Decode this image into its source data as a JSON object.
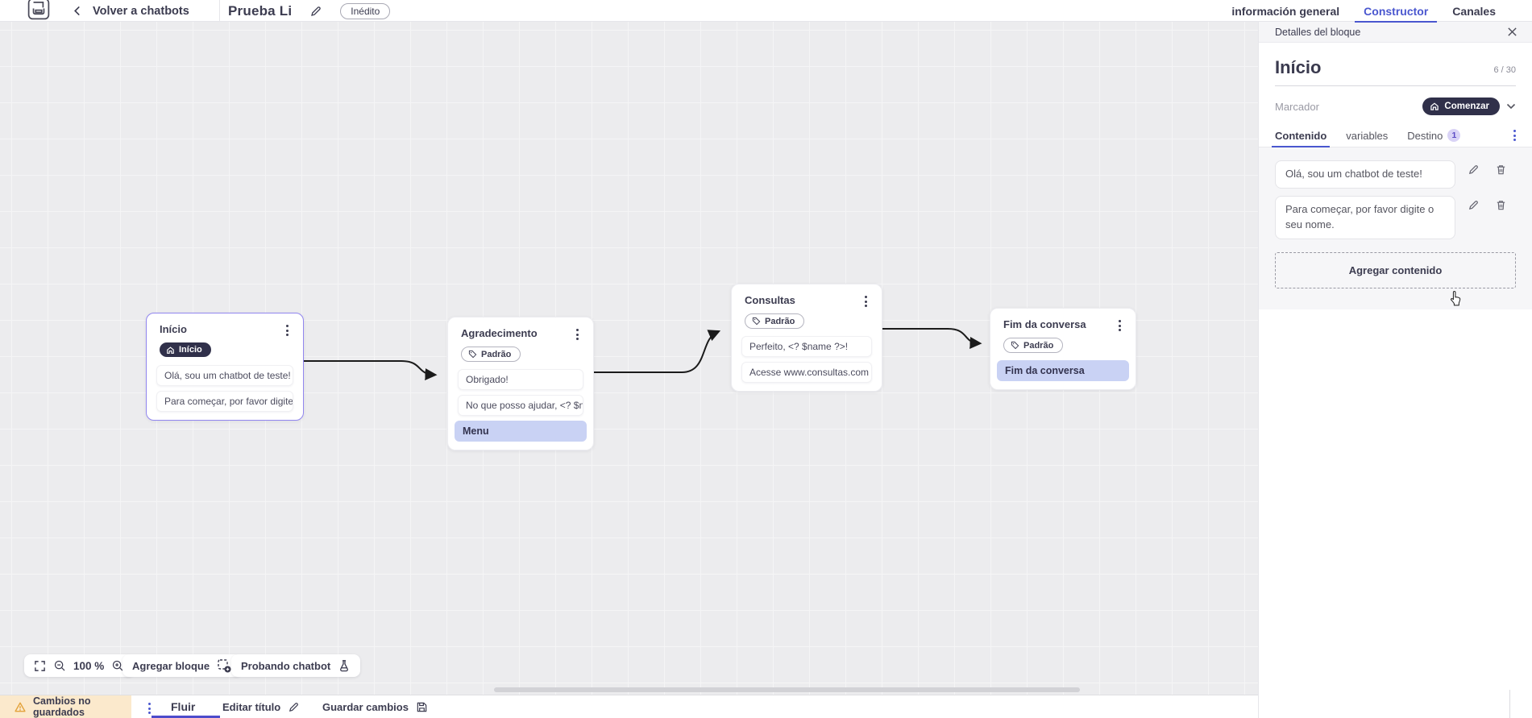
{
  "app": {
    "back": "Volver a chatbots",
    "title": "Prueba Li",
    "status_badge": "Inédito",
    "nav_tabs": [
      {
        "label": "información general",
        "active": false
      },
      {
        "label": "Constructor",
        "active": true
      },
      {
        "label": "Canales",
        "active": false
      }
    ]
  },
  "canvas": {
    "zoom": "100 %",
    "add_block": "Agregar bloque",
    "test_chatbot": "Probando chatbot",
    "nodes": [
      {
        "title": "Início",
        "tag": "Início",
        "tag_style": "start",
        "selected": true,
        "items": [
          {
            "text": "Olá, sou um chatbot de teste!",
            "highlight": false
          },
          {
            "text": "Para começar, por favor digite o ...",
            "highlight": false
          }
        ]
      },
      {
        "title": "Agradecimento",
        "tag": "Padrão",
        "tag_style": "default",
        "selected": false,
        "items": [
          {
            "text": "Obrigado!",
            "highlight": false
          },
          {
            "text": "No que posso ajudar, <? $name ...",
            "highlight": false
          },
          {
            "text": "Menu",
            "highlight": true
          }
        ]
      },
      {
        "title": "Consultas",
        "tag": "Padrão",
        "tag_style": "default",
        "selected": false,
        "items": [
          {
            "text": "Perfeito, <? $name ?>!",
            "highlight": false
          },
          {
            "text": "Acesse www.consultas.com par...",
            "highlight": false
          }
        ]
      },
      {
        "title": "Fim da conversa",
        "tag": "Padrão",
        "tag_style": "default",
        "selected": false,
        "items": [
          {
            "text": "Fim da conversa",
            "highlight": true
          }
        ]
      }
    ]
  },
  "panel": {
    "header": "Detalles del bloque",
    "block_title": "Início",
    "char_counter": "6 / 30",
    "marker_label": "Marcador",
    "marker_value": "Comenzar",
    "tabs": [
      {
        "label": "Contenido",
        "active": true
      },
      {
        "label": "variables",
        "active": false
      },
      {
        "label": "Destino",
        "active": false,
        "badge": "1"
      }
    ],
    "contents": [
      {
        "text": "Olá, sou um chatbot de teste!"
      },
      {
        "text": "Para começar, por favor digite o seu nome."
      }
    ],
    "add_content": "Agregar contenido"
  },
  "footer": {
    "unsaved": "Cambios no guardados",
    "flow_tab": "Fluir",
    "edit_title": "Editar título",
    "save": "Guardar cambios"
  },
  "colors": {
    "accent": "#4a57cf",
    "dark_pill": "#30304a",
    "highlight_item": "#c9d2f4",
    "selected_border": "#9186ef",
    "warning_bg": "#fbe9cc",
    "canvas_bg": "#ececee"
  }
}
